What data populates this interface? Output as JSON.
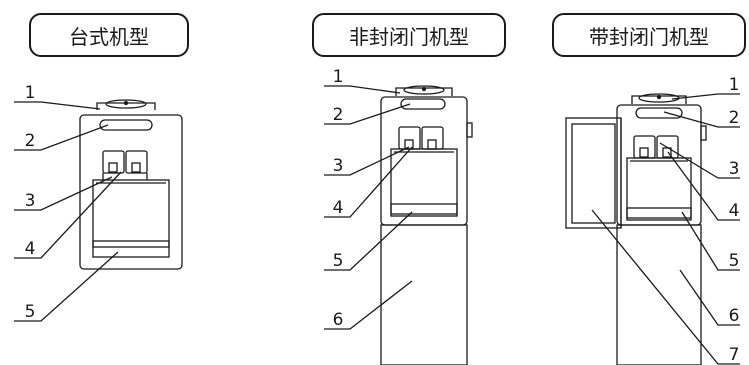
{
  "titles": {
    "desktop": "台式机型",
    "non_sealed": "非封闭门机型",
    "sealed": "带封闭门机型"
  },
  "callouts": {
    "desktop": [
      "1",
      "2",
      "3",
      "4",
      "5"
    ],
    "non_sealed": [
      "1",
      "2",
      "3",
      "4",
      "5",
      "6"
    ],
    "sealed": [
      "1",
      "2",
      "3",
      "4",
      "5",
      "6",
      "7"
    ]
  }
}
